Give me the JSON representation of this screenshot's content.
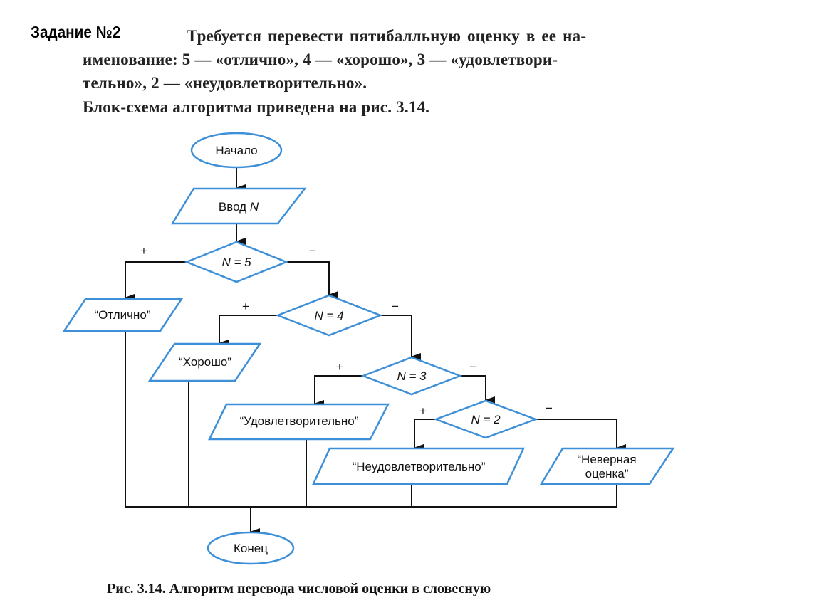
{
  "task": {
    "label": "Задание №2",
    "lines": [
      "Требуется перевести пятибалльную оценку в ее на-",
      "именование: 5 — «отлично», 4 — «хорошо», 3 — «удовлетвори-",
      "тельно», 2 — «неудовлетворительно».",
      "Блок-схема алгоритма приведена на рис. 3.14."
    ]
  },
  "flowchart": {
    "start": "Начало",
    "input": "Ввод",
    "input_var": "N",
    "conditions": [
      "N = 5",
      "N = 4",
      "N = 3",
      "N = 2"
    ],
    "yes_label": "+",
    "no_label": "−",
    "outputs": [
      "“Отлично”",
      "“Хорошо”",
      "“Удовлетворительно”",
      "“Неудовлетворительно”"
    ],
    "invalid_output": [
      "“Неверная",
      "оценка”"
    ],
    "end": "Конец",
    "shape_color": "#3d8fd8"
  },
  "caption": {
    "number": "Рис. 3.14.",
    "text": "Алгоритм перевода числовой оценки в словесную"
  }
}
